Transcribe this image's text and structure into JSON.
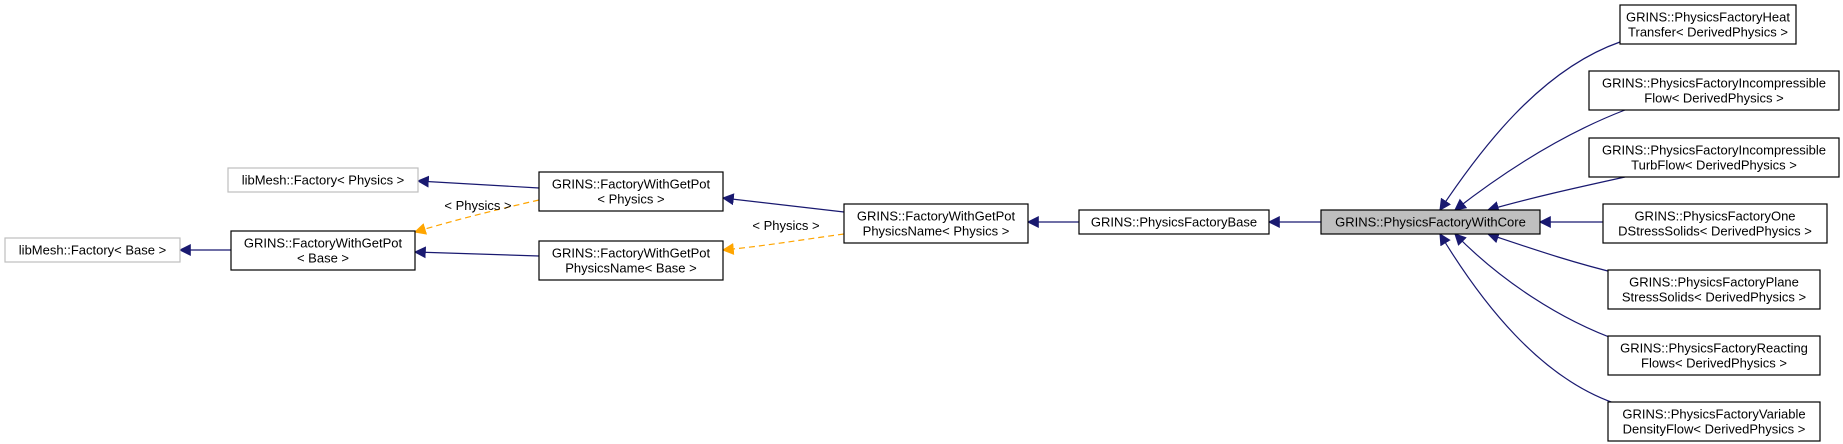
{
  "diagram": {
    "type": "class-inheritance-graph",
    "colors": {
      "inheritance_edge": "#191970",
      "template_edge": "#ffa500",
      "current_node_fill": "#bfbfbf",
      "external_node_border": "#bfbfbf",
      "node_border": "#000000"
    },
    "nodes": [
      {
        "id": "lm_base",
        "lines": [
          "libMesh::Factory< Base >"
        ],
        "style": "external"
      },
      {
        "id": "lm_phys",
        "lines": [
          "libMesh::Factory< Physics >"
        ],
        "style": "external"
      },
      {
        "id": "fgp_base",
        "lines": [
          "GRINS::FactoryWithGetPot",
          "< Base >"
        ],
        "style": "normal"
      },
      {
        "id": "fgp_phys",
        "lines": [
          "GRINS::FactoryWithGetPot",
          "< Physics >"
        ],
        "style": "normal"
      },
      {
        "id": "fgpn_base",
        "lines": [
          "GRINS::FactoryWithGetPot",
          "PhysicsName< Base >"
        ],
        "style": "normal"
      },
      {
        "id": "fgpn_phys",
        "lines": [
          "GRINS::FactoryWithGetPot",
          "PhysicsName< Physics >"
        ],
        "style": "normal"
      },
      {
        "id": "pfb",
        "lines": [
          "GRINS::PhysicsFactoryBase"
        ],
        "style": "normal"
      },
      {
        "id": "pfwc",
        "lines": [
          "GRINS::PhysicsFactoryWithCore"
        ],
        "style": "current"
      },
      {
        "id": "heat",
        "lines": [
          "GRINS::PhysicsFactoryHeat",
          "Transfer< DerivedPhysics >"
        ],
        "style": "normal"
      },
      {
        "id": "incflow",
        "lines": [
          "GRINS::PhysicsFactoryIncompressible",
          "Flow< DerivedPhysics >"
        ],
        "style": "normal"
      },
      {
        "id": "incturb",
        "lines": [
          "GRINS::PhysicsFactoryIncompressible",
          "TurbFlow< DerivedPhysics >"
        ],
        "style": "normal"
      },
      {
        "id": "oned",
        "lines": [
          "GRINS::PhysicsFactoryOne",
          "DStressSolids< DerivedPhysics >"
        ],
        "style": "normal"
      },
      {
        "id": "plane",
        "lines": [
          "GRINS::PhysicsFactoryPlane",
          "StressSolids< DerivedPhysics >"
        ],
        "style": "normal"
      },
      {
        "id": "react",
        "lines": [
          "GRINS::PhysicsFactoryReacting",
          "Flows< DerivedPhysics >"
        ],
        "style": "normal"
      },
      {
        "id": "vardens",
        "lines": [
          "GRINS::PhysicsFactoryVariable",
          "DensityFlow< DerivedPhysics >"
        ],
        "style": "normal"
      }
    ],
    "edges": [
      {
        "from": "fgp_base",
        "to": "lm_base",
        "kind": "inherit",
        "label": ""
      },
      {
        "from": "fgp_phys",
        "to": "lm_phys",
        "kind": "inherit",
        "label": ""
      },
      {
        "from": "fgpn_base",
        "to": "fgp_base",
        "kind": "inherit",
        "label": ""
      },
      {
        "from": "fgp_phys",
        "to": "fgp_base",
        "kind": "template",
        "label": "< Physics >"
      },
      {
        "from": "fgpn_phys",
        "to": "fgp_phys",
        "kind": "inherit",
        "label": ""
      },
      {
        "from": "fgpn_phys",
        "to": "fgpn_base",
        "kind": "template",
        "label": "< Physics >"
      },
      {
        "from": "pfb",
        "to": "fgpn_phys",
        "kind": "inherit",
        "label": ""
      },
      {
        "from": "pfwc",
        "to": "pfb",
        "kind": "inherit",
        "label": ""
      },
      {
        "from": "heat",
        "to": "pfwc",
        "kind": "inherit",
        "label": ""
      },
      {
        "from": "incflow",
        "to": "pfwc",
        "kind": "inherit",
        "label": ""
      },
      {
        "from": "incturb",
        "to": "pfwc",
        "kind": "inherit",
        "label": ""
      },
      {
        "from": "oned",
        "to": "pfwc",
        "kind": "inherit",
        "label": ""
      },
      {
        "from": "plane",
        "to": "pfwc",
        "kind": "inherit",
        "label": ""
      },
      {
        "from": "react",
        "to": "pfwc",
        "kind": "inherit",
        "label": ""
      },
      {
        "from": "vardens",
        "to": "pfwc",
        "kind": "inherit",
        "label": ""
      }
    ]
  }
}
